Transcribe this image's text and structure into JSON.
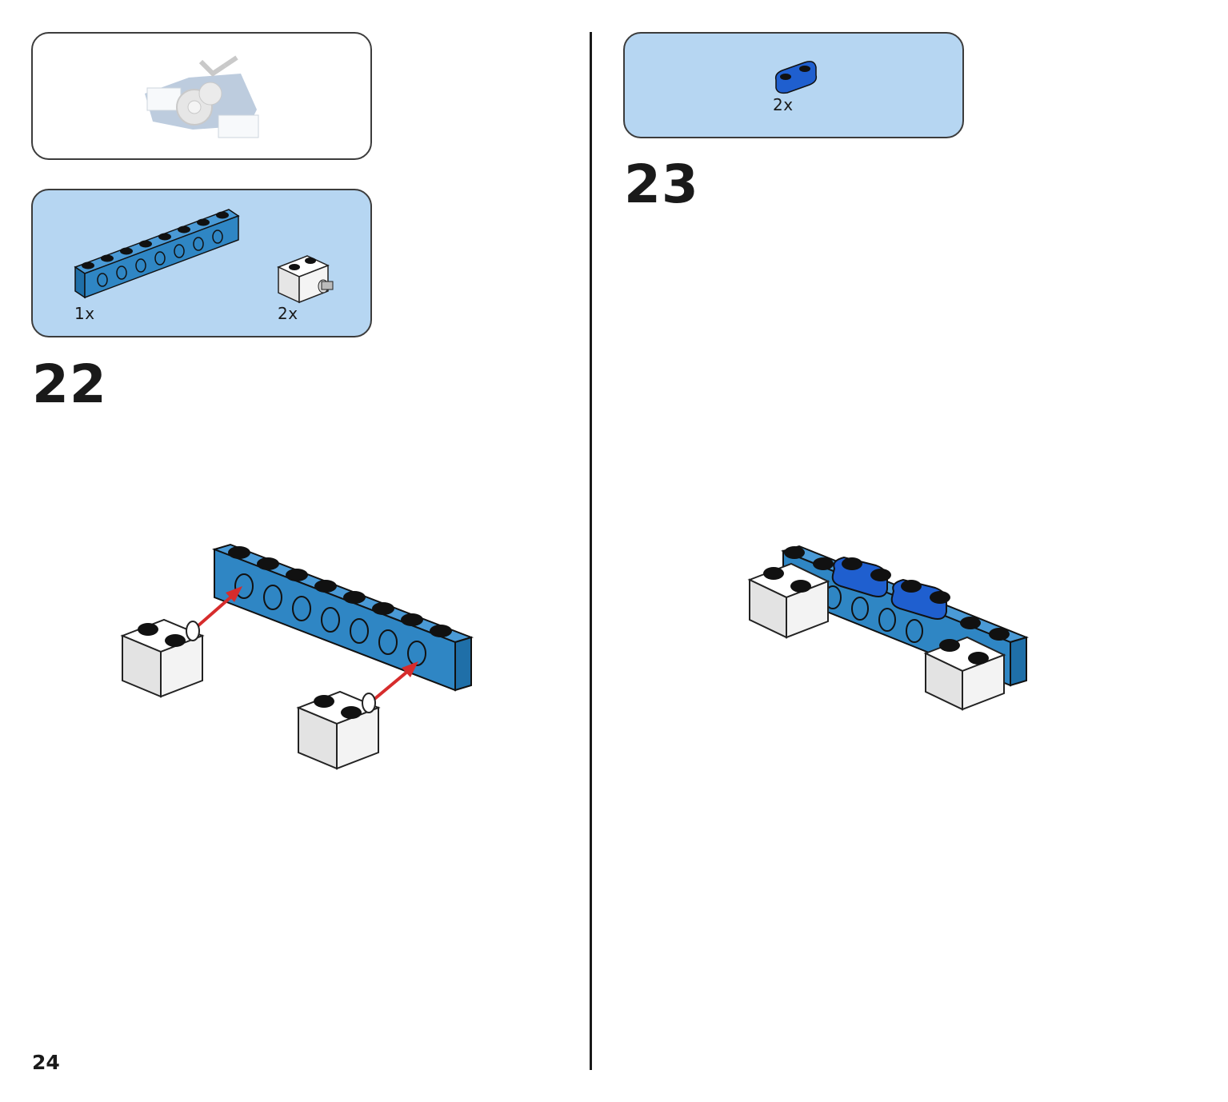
{
  "left_page": {
    "preview_panel": {},
    "parts_panel": {
      "parts": [
        {
          "name": "blue-technic-beam",
          "qty": "1x"
        },
        {
          "name": "white-brick-with-pin",
          "qty": "2x"
        }
      ]
    },
    "step_number": "22",
    "page_number": "24"
  },
  "right_page": {
    "parts_panel": {
      "parts": [
        {
          "name": "blue-plate-1x2-rounded",
          "qty": "2x"
        }
      ]
    },
    "step_number": "23"
  },
  "colors": {
    "panel_blue": "#b6d6f2",
    "beam_blue": "#2f86c4",
    "plate_blue": "#1f5fcf",
    "arrow_red": "#d62c2c"
  }
}
